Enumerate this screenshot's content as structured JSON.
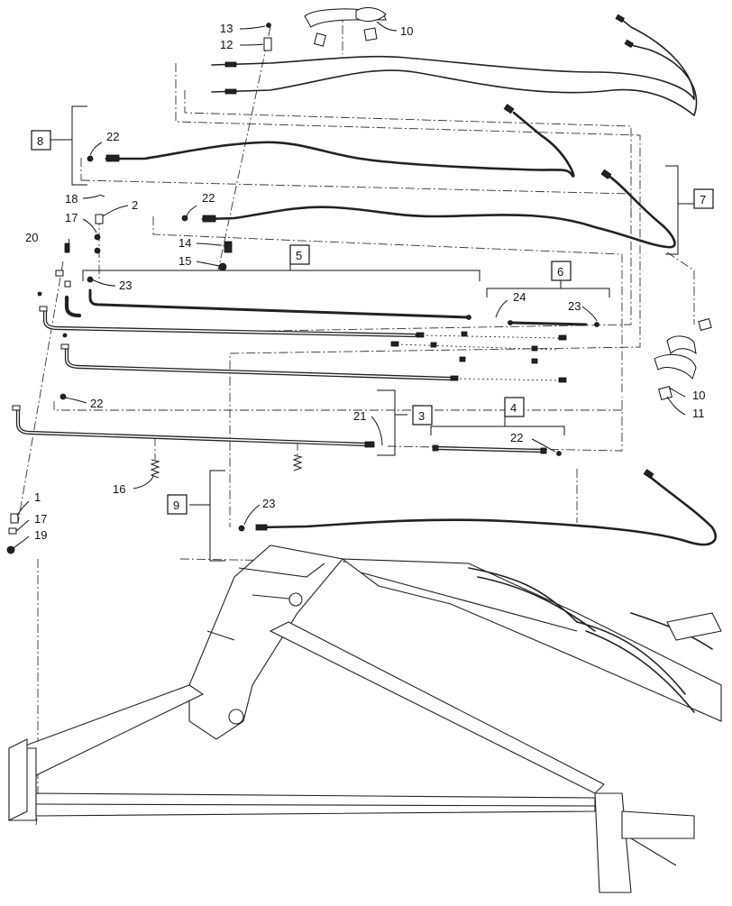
{
  "callouts": {
    "c1": "1",
    "c2": "2",
    "c10a": "10",
    "c10b": "10",
    "c11": "11",
    "c12": "12",
    "c13": "13",
    "c14": "14",
    "c15": "15",
    "c16": "16",
    "c17a": "17",
    "c17b": "17",
    "c18": "18",
    "c19": "19",
    "c20": "20",
    "c21": "21",
    "c22a": "22",
    "c22b": "22",
    "c22c": "22",
    "c22d": "22",
    "c23a": "23",
    "c23b": "23",
    "c23c": "23",
    "c24": "24"
  },
  "boxed_callouts": {
    "b3": "3",
    "b4": "4",
    "b5": "5",
    "b6": "6",
    "b7": "7",
    "b8": "8",
    "b9": "9"
  }
}
